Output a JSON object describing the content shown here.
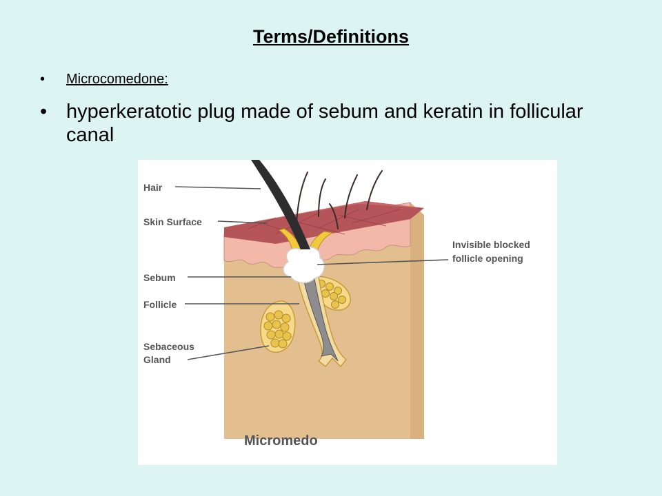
{
  "slide": {
    "title": "Terms/Definitions",
    "bullets": [
      {
        "marker": "•",
        "text": "Microcomedone:"
      },
      {
        "marker": "•",
        "text": "hyperkeratotic plug made of sebum and keratin  in follicular canal"
      }
    ]
  },
  "figure": {
    "labels": {
      "hair": "Hair",
      "skin_surface": "Skin Surface",
      "sebum": "Sebum",
      "follicle": "Follicle",
      "sebaceous_line1": "Sebaceous",
      "sebaceous_line2": "Gland",
      "blocked_line1": "Invisible blocked",
      "blocked_line2": "follicle opening"
    },
    "caption": "Micromedo"
  },
  "colors": {
    "background": "#dcf4f2",
    "skin_tan": "#e3bf8f",
    "epidermis_pink": "#f2b9a9",
    "surface_red": "#b5555a",
    "sebum_white": "#ffffff",
    "gland_yellow": "#e8c44a",
    "follicle_gray": "#8d8d8d"
  }
}
